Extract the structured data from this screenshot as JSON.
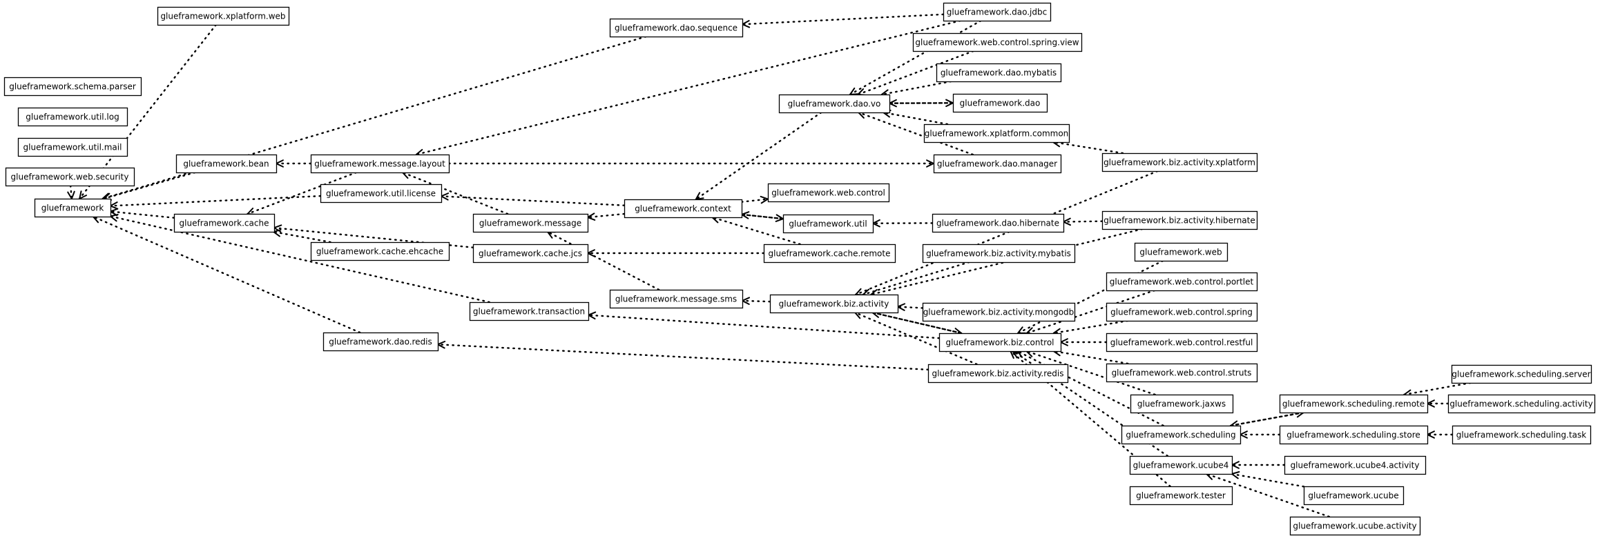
{
  "diagram": {
    "type": "package-dependency-graph",
    "nodes": [
      {
        "id": "xplatform_web",
        "label": "glueframework.xplatform.web"
      },
      {
        "id": "schema_parser",
        "label": "glueframework.schema.parser"
      },
      {
        "id": "util_log",
        "label": "glueframework.util.log"
      },
      {
        "id": "util_mail",
        "label": "glueframework.util.mail"
      },
      {
        "id": "web_security",
        "label": "glueframework.web.security"
      },
      {
        "id": "glueframework",
        "label": "glueframework"
      },
      {
        "id": "bean",
        "label": "glueframework.bean"
      },
      {
        "id": "cache",
        "label": "glueframework.cache"
      },
      {
        "id": "message_layout",
        "label": "glueframework.message.layout"
      },
      {
        "id": "util_license",
        "label": "glueframework.util.license"
      },
      {
        "id": "cache_ehcache",
        "label": "glueframework.cache.ehcache"
      },
      {
        "id": "dao_redis",
        "label": "glueframework.dao.redis"
      },
      {
        "id": "message",
        "label": "glueframework.message"
      },
      {
        "id": "cache_jcs",
        "label": "glueframework.cache.jcs"
      },
      {
        "id": "transaction",
        "label": "glueframework.transaction"
      },
      {
        "id": "dao_sequence",
        "label": "glueframework.dao.sequence"
      },
      {
        "id": "context",
        "label": "glueframework.context"
      },
      {
        "id": "message_sms",
        "label": "glueframework.message.sms"
      },
      {
        "id": "dao_vo",
        "label": "glueframework.dao.vo"
      },
      {
        "id": "web_control",
        "label": "glueframework.web.control"
      },
      {
        "id": "util",
        "label": "glueframework.util"
      },
      {
        "id": "cache_remote",
        "label": "glueframework.cache.remote"
      },
      {
        "id": "biz_activity",
        "label": "glueframework.biz.activity"
      },
      {
        "id": "dao_jdbc",
        "label": "glueframework.dao.jdbc"
      },
      {
        "id": "web_control_spring_view",
        "label": "glueframework.web.control.spring.view"
      },
      {
        "id": "dao_mybatis",
        "label": "glueframework.dao.mybatis"
      },
      {
        "id": "dao",
        "label": "glueframework.dao"
      },
      {
        "id": "xplatform_common",
        "label": "glueframework.xplatform.common"
      },
      {
        "id": "dao_manager",
        "label": "glueframework.dao.manager"
      },
      {
        "id": "dao_hibernate",
        "label": "glueframework.dao.hibernate"
      },
      {
        "id": "biz_activity_mybatis",
        "label": "glueframework.biz.activity.mybatis"
      },
      {
        "id": "biz_activity_mongodb",
        "label": "glueframework.biz.activity.mongodb"
      },
      {
        "id": "biz_control",
        "label": "glueframework.biz.control"
      },
      {
        "id": "biz_activity_redis",
        "label": "glueframework.biz.activity.redis"
      },
      {
        "id": "biz_activity_xplatform",
        "label": "glueframework.biz.activity.xplatform"
      },
      {
        "id": "biz_activity_hibernate",
        "label": "glueframework.biz.activity.hibernate"
      },
      {
        "id": "web",
        "label": "glueframework.web"
      },
      {
        "id": "web_control_portlet",
        "label": "glueframework.web.control.portlet"
      },
      {
        "id": "web_control_spring",
        "label": "glueframework.web.control.spring"
      },
      {
        "id": "web_control_restful",
        "label": "glueframework.web.control.restful"
      },
      {
        "id": "web_control_struts",
        "label": "glueframework.web.control.struts"
      },
      {
        "id": "jaxws",
        "label": "glueframework.jaxws"
      },
      {
        "id": "scheduling",
        "label": "glueframework.scheduling"
      },
      {
        "id": "ucube4",
        "label": "glueframework.ucube4"
      },
      {
        "id": "tester",
        "label": "glueframework.tester"
      },
      {
        "id": "scheduling_remote",
        "label": "glueframework.scheduling.remote"
      },
      {
        "id": "scheduling_store",
        "label": "glueframework.scheduling.store"
      },
      {
        "id": "ucube4_activity",
        "label": "glueframework.ucube4.activity"
      },
      {
        "id": "ucube",
        "label": "glueframework.ucube"
      },
      {
        "id": "ucube_activity",
        "label": "glueframework.ucube.activity"
      },
      {
        "id": "scheduling_server",
        "label": "glueframework.scheduling.server"
      },
      {
        "id": "scheduling_activity",
        "label": "glueframework.scheduling.activity"
      },
      {
        "id": "scheduling_task",
        "label": "glueframework.scheduling.task"
      }
    ],
    "edges": [
      [
        "xplatform_web",
        "glueframework"
      ],
      [
        "web_security",
        "glueframework"
      ],
      [
        "bean",
        "glueframework"
      ],
      [
        "cache",
        "glueframework"
      ],
      [
        "util_license",
        "glueframework"
      ],
      [
        "transaction",
        "glueframework"
      ],
      [
        "dao_redis",
        "glueframework"
      ],
      [
        "dao_sequence",
        "glueframework"
      ],
      [
        "message_layout",
        "bean"
      ],
      [
        "message_layout",
        "cache"
      ],
      [
        "message_layout",
        "dao_manager"
      ],
      [
        "cache_ehcache",
        "cache"
      ],
      [
        "cache_jcs",
        "cache"
      ],
      [
        "message",
        "message_layout"
      ],
      [
        "context",
        "message"
      ],
      [
        "context",
        "util_license"
      ],
      [
        "context",
        "web_control"
      ],
      [
        "context",
        "util"
      ],
      [
        "message_sms",
        "message"
      ],
      [
        "dao_jdbc",
        "dao_sequence"
      ],
      [
        "dao_jdbc",
        "message_layout"
      ],
      [
        "dao_jdbc",
        "dao_vo"
      ],
      [
        "web_control_spring_view",
        "dao_vo"
      ],
      [
        "dao_mybatis",
        "dao_vo"
      ],
      [
        "dao_vo",
        "dao"
      ],
      [
        "dao",
        "dao_vo"
      ],
      [
        "xplatform_common",
        "dao_vo"
      ],
      [
        "dao_manager",
        "dao_vo"
      ],
      [
        "dao_vo",
        "context"
      ],
      [
        "util",
        "context"
      ],
      [
        "cache_remote",
        "context"
      ],
      [
        "cache_remote",
        "cache_jcs"
      ],
      [
        "dao_hibernate",
        "util"
      ],
      [
        "biz_activity_xplatform",
        "xplatform_common"
      ],
      [
        "biz_activity_xplatform",
        "biz_activity"
      ],
      [
        "biz_activity_hibernate",
        "dao_hibernate"
      ],
      [
        "biz_activity_hibernate",
        "biz_activity"
      ],
      [
        "biz_activity",
        "message_sms"
      ],
      [
        "biz_activity_mybatis",
        "biz_activity"
      ],
      [
        "biz_activity_mongodb",
        "biz_activity"
      ],
      [
        "biz_activity_redis",
        "biz_activity"
      ],
      [
        "biz_activity_redis",
        "dao_redis"
      ],
      [
        "biz_activity",
        "biz_control"
      ],
      [
        "biz_control",
        "biz_activity"
      ],
      [
        "biz_control",
        "transaction"
      ],
      [
        "web",
        "biz_control"
      ],
      [
        "web_control_portlet",
        "biz_control"
      ],
      [
        "web_control_spring",
        "biz_control"
      ],
      [
        "web_control_restful",
        "biz_control"
      ],
      [
        "web_control_struts",
        "biz_control"
      ],
      [
        "jaxws",
        "biz_control"
      ],
      [
        "scheduling",
        "biz_control"
      ],
      [
        "ucube4",
        "biz_control"
      ],
      [
        "tester",
        "biz_control"
      ],
      [
        "scheduling_remote",
        "scheduling"
      ],
      [
        "scheduling",
        "scheduling_remote"
      ],
      [
        "scheduling_store",
        "scheduling"
      ],
      [
        "scheduling_server",
        "scheduling_remote"
      ],
      [
        "scheduling_activity",
        "scheduling_remote"
      ],
      [
        "scheduling_task",
        "scheduling_store"
      ],
      [
        "ucube4_activity",
        "ucube4"
      ],
      [
        "ucube",
        "ucube4"
      ],
      [
        "ucube_activity",
        "ucube4"
      ]
    ]
  }
}
